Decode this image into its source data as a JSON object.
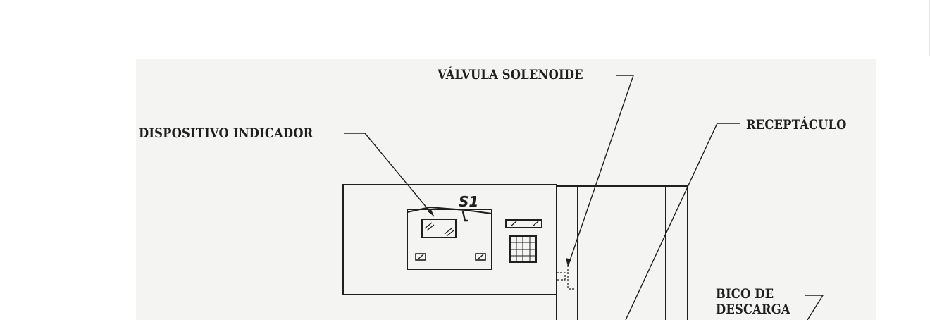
{
  "labels": {
    "solenoid_valve": "VÁLVULA SOLENOIDE",
    "indicator_device": "DISPOSITIVO INDICADOR",
    "receptacle": "RECEPTÁCULO",
    "discharge_nozzle_line1": "BICO DE",
    "discharge_nozzle_line2": "DESCARGA",
    "switch_s1": "S1"
  },
  "colors": {
    "ink": "#1f1f1f",
    "paper": "#f4f4f2"
  }
}
